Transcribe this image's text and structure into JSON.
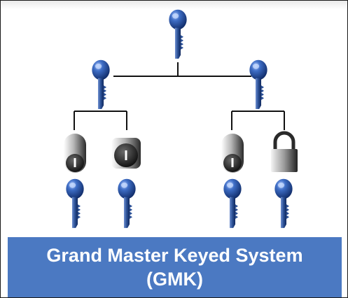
{
  "diagram": {
    "title_line1": "Grand Master Keyed System",
    "title_line2": "(GMK)",
    "colors": {
      "key_blue": "#2a4f95",
      "banner_blue": "#4b79c2",
      "connector": "#111111",
      "lock_dark": "#2a2a2a"
    },
    "nodes": [
      {
        "id": "grand-master-key",
        "icon": "key-icon",
        "level": "grand master"
      },
      {
        "id": "master-key-left",
        "icon": "key-icon",
        "level": "master"
      },
      {
        "id": "master-key-right",
        "icon": "key-icon",
        "level": "master"
      },
      {
        "id": "lock-1",
        "icon": "mortise-cylinder-icon"
      },
      {
        "id": "lock-2",
        "icon": "rim-cylinder-icon"
      },
      {
        "id": "lock-3",
        "icon": "mortise-cylinder-icon"
      },
      {
        "id": "lock-4",
        "icon": "padlock-icon"
      },
      {
        "id": "change-key-1",
        "icon": "key-icon"
      },
      {
        "id": "change-key-2",
        "icon": "key-icon"
      },
      {
        "id": "change-key-3",
        "icon": "key-icon"
      },
      {
        "id": "change-key-4",
        "icon": "key-icon"
      }
    ]
  }
}
